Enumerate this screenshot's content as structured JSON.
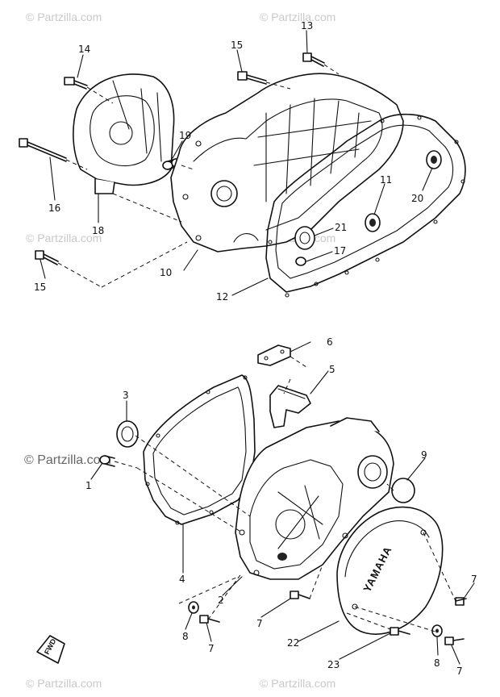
{
  "watermark": {
    "text": "© Partzilla.com",
    "prominent_text": "© Partzilla.com"
  },
  "cover_brand": "YAMAHA",
  "fwd_label": "FWD",
  "callouts": {
    "c1": "1",
    "c2": "2",
    "c3": "3",
    "c4": "4",
    "c5": "5",
    "c6": "6",
    "c7a": "7",
    "c7b": "7",
    "c7c": "7",
    "c7d": "7",
    "c8a": "8",
    "c8b": "8",
    "c9": "9",
    "c10": "10",
    "c11": "11",
    "c12": "12",
    "c13": "13",
    "c14": "14",
    "c15a": "15",
    "c15b": "15",
    "c16": "16",
    "c17": "17",
    "c18": "18",
    "c19": "19",
    "c20": "20",
    "c21": "21",
    "c22": "22",
    "c23": "23"
  }
}
